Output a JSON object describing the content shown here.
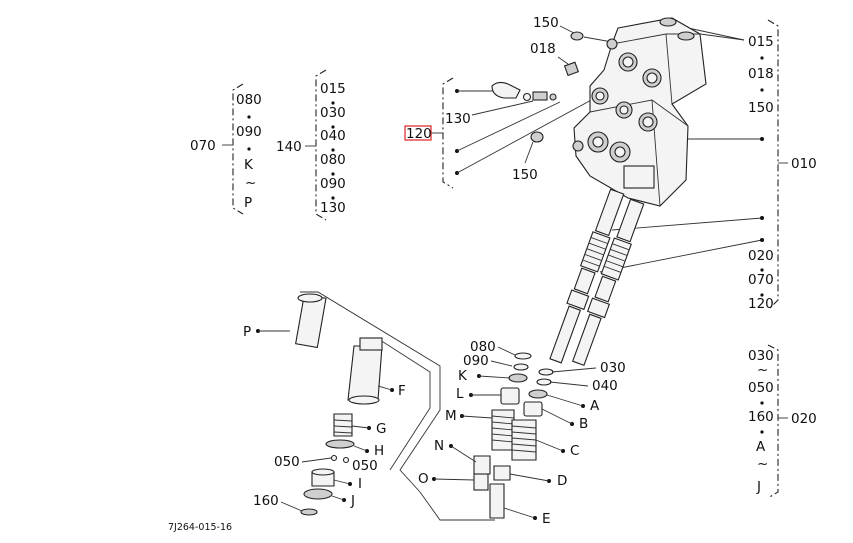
{
  "highlight": "#dd2222",
  "callouts": {
    "top150": "150",
    "top018": "018",
    "right015": "015",
    "right018": "018",
    "right150": "150",
    "right010": "010",
    "right020": "020",
    "right070": "070",
    "right120": "120",
    "k130": "130",
    "k120": "120",
    "k150": "150",
    "g070": "070",
    "g070_080": "080",
    "g070_090": "090",
    "g070_K": "K",
    "g070_tilde": "~",
    "g070_P": "P",
    "g140": "140",
    "g140_015": "015",
    "g140_030": "030",
    "g140_040": "040",
    "g140_080": "080",
    "g140_090": "090",
    "g140_130": "130",
    "g020": "020",
    "g020_030": "030",
    "g020_tilde1": "~",
    "g020_050": "050",
    "g020_160": "160",
    "g020_A": "A",
    "g020_tilde2": "~",
    "g020_J": "J",
    "s080": "080",
    "s090": "090",
    "sK": "K",
    "sL": "L",
    "sM": "M",
    "sN": "N",
    "sO": "O",
    "s030": "030",
    "s040": "040",
    "sA": "A",
    "sB": "B",
    "sC": "C",
    "sD": "D",
    "sE": "E",
    "sP": "P",
    "sF": "F",
    "sG": "G",
    "sH": "H",
    "sI": "I",
    "sJ": "J",
    "s050a": "050",
    "s050b": "050",
    "s160": "160",
    "doc_id": "7J264-015-16"
  }
}
